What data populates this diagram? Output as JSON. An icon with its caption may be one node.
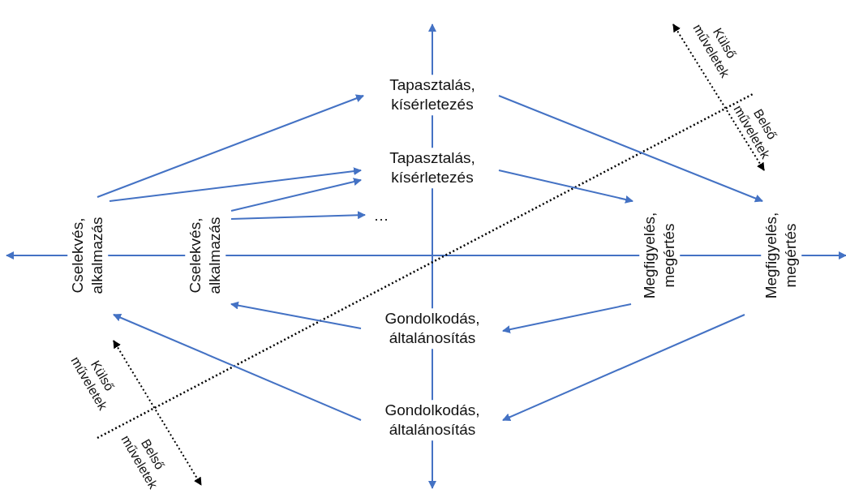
{
  "diagram": {
    "nodes": [
      {
        "text": [
          "Tapasztalás, kísérletezés"
        ]
      },
      {
        "text": [
          "Tapasztalás, kísérletezés"
        ]
      },
      {
        "text": [
          "…"
        ]
      },
      {
        "text": [
          "Cselekvés, alkalmazás"
        ]
      },
      {
        "text": [
          "Cselekvés, alkalmazás"
        ]
      },
      {
        "text": [
          "Megfigyelés, megértés"
        ]
      },
      {
        "text": [
          "Megfigyelés, megértés"
        ]
      },
      {
        "text": [
          "Gondolkodás, általánosítás"
        ]
      },
      {
        "text": [
          "Gondolkodás, általánosítás"
        ]
      }
    ],
    "edges": [
      {
        "from": 3,
        "to": 0,
        "arrow": "to"
      },
      {
        "from": 3,
        "to": 1,
        "arrow": "to"
      },
      {
        "from": 4,
        "to": 1,
        "arrow": "to"
      },
      {
        "from": 4,
        "to": 2,
        "arrow": "to"
      },
      {
        "from": 0,
        "to": 6,
        "arrow": "to"
      },
      {
        "from": 1,
        "to": 5,
        "arrow": "to"
      },
      {
        "from": 5,
        "to": 7,
        "arrow": "to"
      },
      {
        "from": 6,
        "to": 8,
        "arrow": "to"
      },
      {
        "from": 7,
        "to": 4,
        "arrow": "to"
      },
      {
        "from": 8,
        "to": 3,
        "arrow": "to"
      }
    ],
    "labels": [
      "Külső műveletek",
      "Belső műveletek",
      "Külső műveletek",
      "Belső műveletek"
    ]
  }
}
